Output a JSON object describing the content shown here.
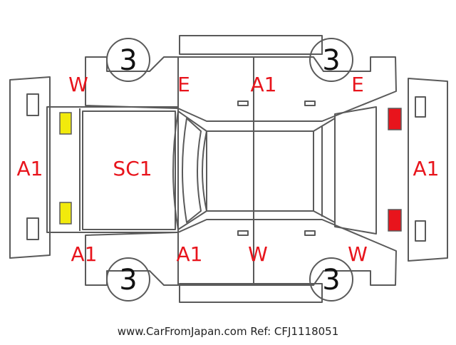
{
  "colors": {
    "outline": "#5a5a5a",
    "mark": "#e8141c",
    "yellow_lamp": "#f2ea0c",
    "red_lamp": "#e8141c"
  },
  "tires": {
    "front_left": "3",
    "rear_left": "3",
    "front_right": "3",
    "rear_right": "3"
  },
  "marks": {
    "front_bumper": "A1",
    "rear_bumper": "A1",
    "hood": "SC1",
    "fender_top_front": "W",
    "door_top_front": "E",
    "door_top_rear": "A1",
    "quarter_top_rear": "E",
    "fender_bottom_front": "A1",
    "door_bottom_front": "A1",
    "door_bottom_rear": "W",
    "quarter_bottom_rear": "W"
  },
  "footer": {
    "site": "www.CarFromJapan.com",
    "ref": "Ref: CFJ1118051"
  }
}
